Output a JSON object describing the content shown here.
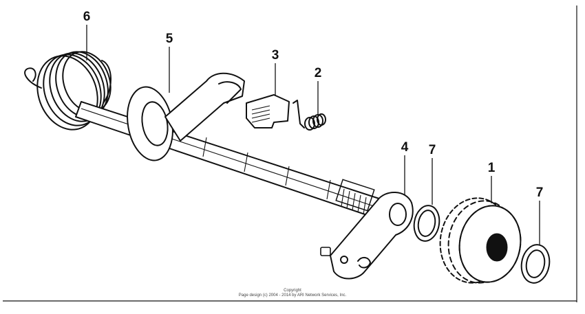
{
  "callouts": {
    "c1": "1",
    "c2": "2",
    "c3": "3",
    "c4": "4",
    "c5": "5",
    "c6": "6",
    "c7a": "7",
    "c7b": "7"
  },
  "copyright": {
    "line1": "Copyright",
    "line2": "Page design (c) 2004 - 2014 by ARI Network Services, Inc."
  },
  "colors": {
    "ink": "#111111",
    "paper": "#ffffff"
  }
}
